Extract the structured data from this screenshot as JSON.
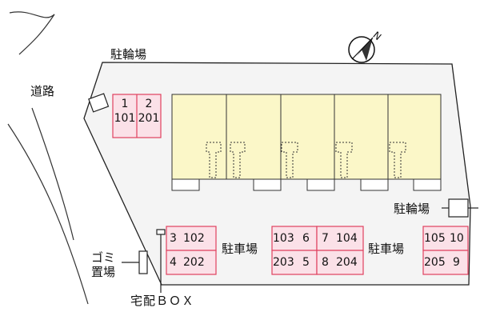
{
  "labels": {
    "road": "道路",
    "bicycle_parking_top": "駐輪場",
    "bicycle_parking_right": "駐輪場",
    "parking_center": "駐車場",
    "parking_right": "駐車場",
    "garbage_line1": "ゴミ",
    "garbage_line2": "置場",
    "delivery_box": "宅配ＢＯＸ"
  },
  "bike_spaces": [
    {
      "top": "1",
      "bottom": "101"
    },
    {
      "top": "2",
      "bottom": "201"
    }
  ],
  "parking_groups": [
    {
      "rows": [
        [
          "3",
          "102"
        ],
        [
          "4",
          "202"
        ]
      ]
    },
    {
      "rows": [
        [
          "103",
          "6"
        ],
        [
          "203",
          "5"
        ]
      ]
    },
    {
      "rows": [
        [
          "7",
          "104"
        ],
        [
          "8",
          "204"
        ]
      ]
    },
    {
      "rows": [
        [
          "105",
          "10"
        ],
        [
          "205",
          "9"
        ]
      ]
    }
  ],
  "colors": {
    "parking_fill": "#fbe1e8",
    "parking_border": "#e0405e",
    "building_fill": "#fbf7c8",
    "lot_fill": "#f4f4f4",
    "line": "#222222"
  },
  "compass": "north-arrow"
}
